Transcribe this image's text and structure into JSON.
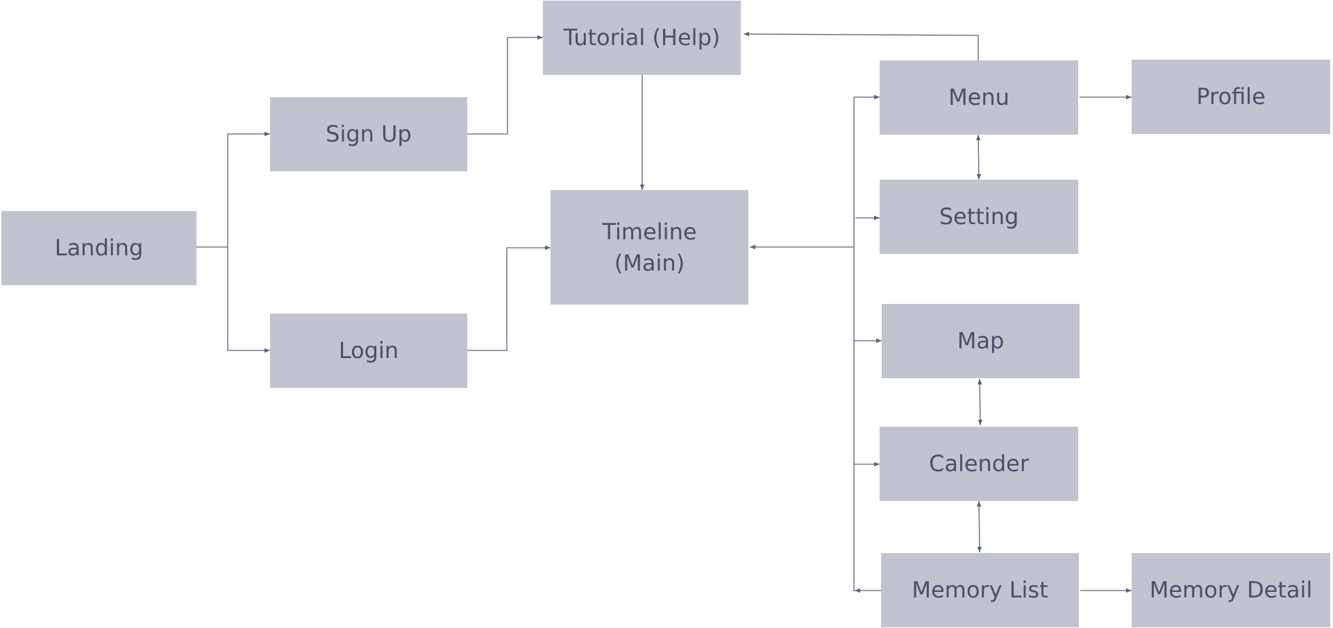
{
  "diagram": {
    "nodes": {
      "landing": "Landing",
      "signup": "Sign Up",
      "login": "Login",
      "tutorial": "Tutorial (Help)",
      "timeline": "Timeline\n(Main)",
      "menu": "Menu",
      "profile": "Profile",
      "setting": "Setting",
      "map": "Map",
      "calender": "Calender",
      "memory_list": "Memory List",
      "memory_detail": "Memory Detail"
    },
    "colors": {
      "node_fill": "#c1c3cf",
      "node_text": "#4a5066",
      "edge": "#5c6279"
    }
  }
}
